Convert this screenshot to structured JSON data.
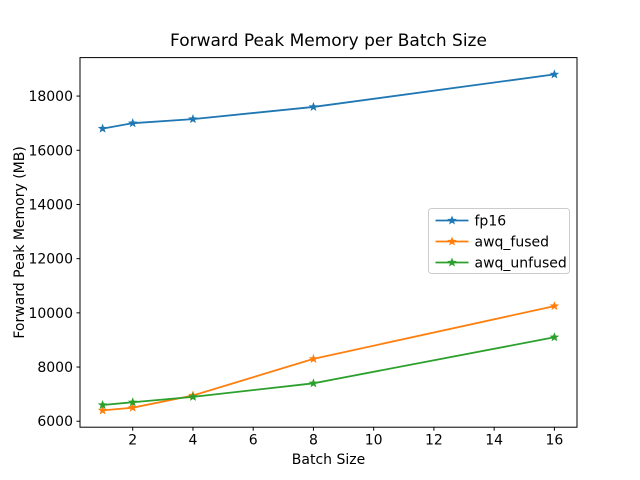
{
  "chart_data": {
    "type": "line",
    "title": "Forward Peak Memory per Batch Size",
    "xlabel": "Batch Size",
    "ylabel": "Forward Peak Memory (MB)",
    "x": [
      1,
      2,
      4,
      8,
      16
    ],
    "series": [
      {
        "name": "fp16",
        "color": "#1f77b4",
        "marker": "star",
        "values": [
          16800,
          17000,
          17150,
          17600,
          18800
        ]
      },
      {
        "name": "awq_fused",
        "color": "#ff7f0e",
        "marker": "star",
        "values": [
          6400,
          6500,
          6950,
          8300,
          10250
        ]
      },
      {
        "name": "awq_unfused",
        "color": "#2ca02c",
        "marker": "star",
        "values": [
          6600,
          6700,
          6900,
          7400,
          9100
        ]
      }
    ],
    "xlim": [
      0.25,
      16.75
    ],
    "ylim": [
      5780,
      19420
    ],
    "xticks": [
      2,
      4,
      6,
      8,
      10,
      12,
      14,
      16
    ],
    "yticks": [
      6000,
      8000,
      10000,
      12000,
      14000,
      16000,
      18000
    ],
    "grid": false,
    "legend_position": "center right",
    "legend_entries": [
      "fp16",
      "awq_fused",
      "awq_unfused"
    ]
  },
  "colors": {
    "background": "#ffffff",
    "text": "#000000",
    "spine": "#000000",
    "legend_border": "#cccccc"
  }
}
